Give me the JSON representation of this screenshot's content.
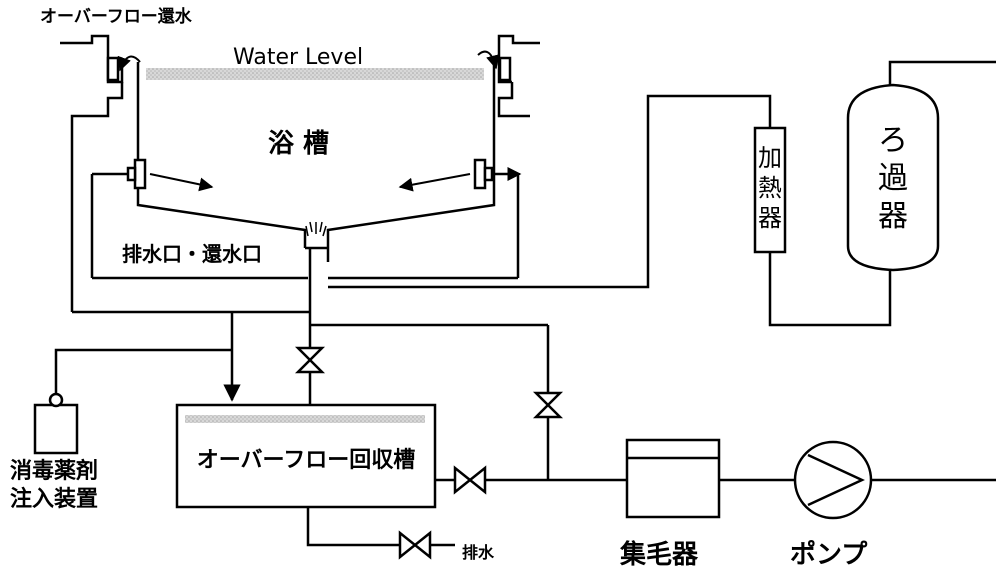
{
  "labels": {
    "overflow_return": "オーバーフロー還水",
    "water_level": "Water Level",
    "bathtub": "浴 槽",
    "drain_return_port": "排水口・還水口",
    "heater_chars": [
      "加",
      "熱",
      "器"
    ],
    "filter_chars": [
      "ろ",
      "過",
      "器"
    ],
    "overflow_tank": "オーバーフロー回収槽",
    "disinfectant_line1": "消毒薬剤",
    "disinfectant_line2": "注入装置",
    "drain": "排水",
    "hair_catcher": "集毛器",
    "pump": "ポンプ"
  },
  "colors": {
    "line": "#000000",
    "water_surface": "#c8c8c8",
    "background": "#ffffff"
  }
}
